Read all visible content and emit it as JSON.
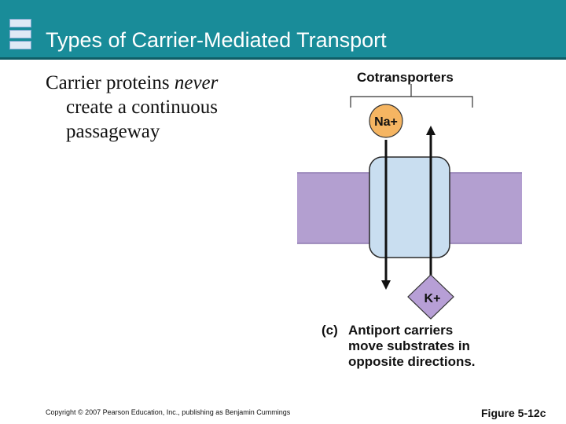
{
  "slide": {
    "title": "Types of Carrier-Mediated Transport",
    "bullet": {
      "prefix": "Carrier proteins ",
      "emphasis": "never",
      "line2": "create a continuous",
      "line3": "passageway"
    }
  },
  "diagram": {
    "heading": "Cotransporters",
    "ion_top": "Na+",
    "ion_bottom": "K+",
    "caption_marker": "(c)",
    "caption_line1": "Antiport carriers",
    "caption_line2": "move substrates in",
    "caption_line3": "opposite directions."
  },
  "colors": {
    "title_bar": "#198c99",
    "membrane": "#b39fd0",
    "carrier": "#c9def0",
    "na_ion": "#f5b562",
    "k_ion": "#b79fd6"
  },
  "footer": {
    "copyright": "Copyright © 2007 Pearson Education, Inc., publishing as Benjamin Cummings",
    "figure": "Figure 5-12c"
  }
}
